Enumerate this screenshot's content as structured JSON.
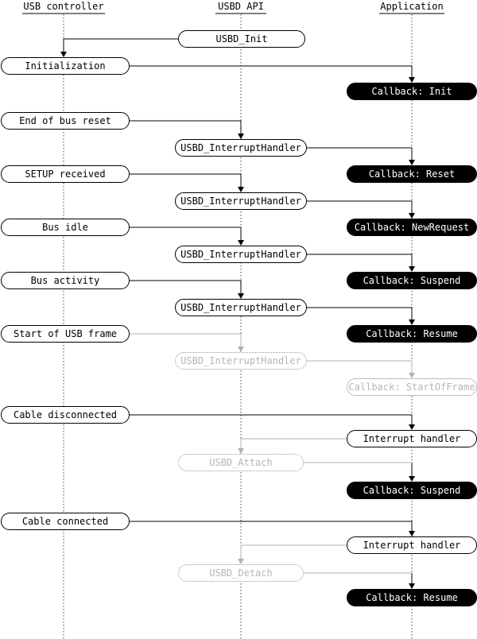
{
  "diagram": {
    "columns": [
      {
        "label": "USB controller"
      },
      {
        "label": "USBD API"
      },
      {
        "label": "Application"
      }
    ],
    "colors": {
      "line_black": "#000000",
      "line_gray": "#b0b0b0",
      "filled_box_bg": "#000000",
      "filled_box_text": "#ffffff",
      "dashed_box_text": "#b5b5b5"
    },
    "nodes": [
      {
        "label": "USBD_Init",
        "column": "USBD API",
        "variant": "solid"
      },
      {
        "label": "Initialization",
        "column": "USB controller",
        "variant": "solid"
      },
      {
        "label": "Callback: Init",
        "column": "Application",
        "variant": "filled"
      },
      {
        "label": "End of bus reset",
        "column": "USB controller",
        "variant": "solid"
      },
      {
        "label": "USBD_InterruptHandler",
        "column": "USBD API",
        "variant": "solid"
      },
      {
        "label": "Callback: Reset",
        "column": "Application",
        "variant": "filled"
      },
      {
        "label": "SETUP received",
        "column": "USB controller",
        "variant": "solid"
      },
      {
        "label": "USBD_InterruptHandler",
        "column": "USBD API",
        "variant": "solid"
      },
      {
        "label": "Callback: NewRequest",
        "column": "Application",
        "variant": "filled"
      },
      {
        "label": "Bus idle",
        "column": "USB controller",
        "variant": "solid"
      },
      {
        "label": "USBD_InterruptHandler",
        "column": "USBD API",
        "variant": "solid"
      },
      {
        "label": "Callback: Suspend",
        "column": "Application",
        "variant": "filled"
      },
      {
        "label": "Bus activity",
        "column": "USB controller",
        "variant": "solid"
      },
      {
        "label": "USBD_InterruptHandler",
        "column": "USBD API",
        "variant": "solid"
      },
      {
        "label": "Callback: Resume",
        "column": "Application",
        "variant": "filled"
      },
      {
        "label": "Start of USB frame",
        "column": "USB controller",
        "variant": "solid"
      },
      {
        "label": "USBD_InterruptHandler",
        "column": "USBD API",
        "variant": "dashed"
      },
      {
        "label": "Callback: StartOfFrame",
        "column": "Application",
        "variant": "ghost"
      },
      {
        "label": "Cable disconnected",
        "column": "USB controller",
        "variant": "solid"
      },
      {
        "label": "Interrupt handler",
        "column": "Application",
        "variant": "solid"
      },
      {
        "label": "USBD_Attach",
        "column": "USBD API",
        "variant": "dashed"
      },
      {
        "label": "Callback: Suspend",
        "column": "Application",
        "variant": "filled"
      },
      {
        "label": "Cable connected",
        "column": "USB controller",
        "variant": "solid"
      },
      {
        "label": "Interrupt handler",
        "column": "Application",
        "variant": "solid"
      },
      {
        "label": "USBD_Detach",
        "column": "USBD API",
        "variant": "dashed"
      },
      {
        "label": "Callback: Resume",
        "column": "Application",
        "variant": "filled"
      }
    ]
  }
}
